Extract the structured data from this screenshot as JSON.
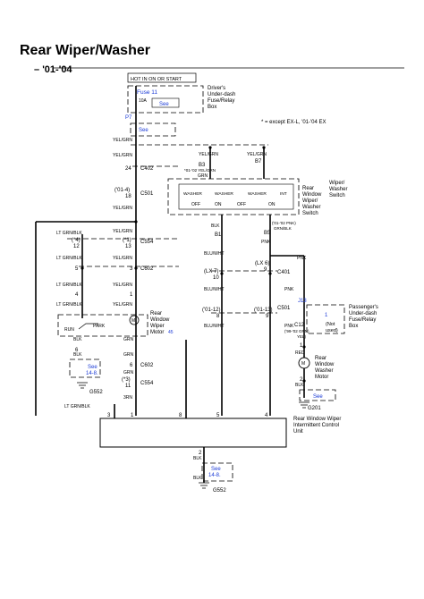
{
  "header": {
    "title": "Rear Wiper/Washer",
    "subtitle": "'01-'04"
  },
  "top": {
    "hot_label": "HOT IN ON OR START",
    "fuse_label": "Fuse 11",
    "fuse_amp": "10A",
    "see_link": "See",
    "underdash_box": "Driver's\nUnder-dash\nFuse/Relay\nBox",
    "p7": "P7",
    "see_link2": "See",
    "except_note": "* = except EX-L, '01-'04 EX"
  },
  "wires": {
    "yel_grn": "YEL/GRN",
    "b3": "B3",
    "b7": "B7",
    "note_0102": "*01-'02 YEL/GRN",
    "grn": "GRN",
    "c402_pin": "24",
    "c402": "C402",
    "c501_pin": "('01-4)\n18",
    "c501": "C501",
    "blk": "BLK",
    "b1": "B1",
    "b5": "B5",
    "pnk": "PNK",
    "pnk_note": "('01-'02 PNK)\nGRN/BLK",
    "c554": "C554",
    "c554_pin": "(*1)\n13",
    "c602": "C602",
    "c602_pin": "3",
    "pin1": "1",
    "lt_grn_blk": "LT GRN/BLK",
    "pin_4_12": "(*4)\n12",
    "pin5": "5",
    "pin4": "4",
    "blu_wht": "BLU/WHT",
    "lx7_10": "(LX 7)\n10",
    "lx6_9": "(LX 6)\n9",
    "c401": "C401",
    "pin_0112_8": "('01-12)\n8",
    "pin_0113_9": "('01-13)\n9",
    "j13": "J13",
    "c12": "C12",
    "c12_note": "('99-'02 GRN)\nYEL)",
    "red": "RED"
  },
  "switch": {
    "title": "Wiper/\nWasher\nSwitch",
    "rear_window": "Rear\nWindow\nWiper/\nWasher\nSwitch",
    "washer": "WASHER",
    "off": "OFF",
    "on": "ON",
    "int": "INT"
  },
  "motor": {
    "label": "Rear\nWindow\nWiper\nMotor",
    "run": "RUN",
    "park": "PARK",
    "m": "M",
    "washer_label": "Rear\nWindow\nWasher\nMotor"
  },
  "lower": {
    "blk_6": "6",
    "c602_2": "C602",
    "pin_3_11": "(*3)\n11",
    "c554_2": "C554",
    "grn_3rn": "3RN",
    "see14_8": "See\n14-8.",
    "g552": "G552",
    "g201": "G201",
    "pin2": "2",
    "pass_box": "Passenger's\nUnder-dash\nFuse/Relay\nBox",
    "not_used": "(Not\nused)",
    "j1": "1"
  },
  "unit": {
    "label": "Rear Window Wiper\nIntermittent Control\nUnit",
    "pins": [
      "3",
      "1",
      "8",
      "5",
      "4"
    ],
    "lt_grn_blk_left": "LT GRN/BLK"
  },
  "bottom": {
    "pin2": "2",
    "blk": "BLK",
    "see": "See\n14-8.",
    "g552": "G552"
  }
}
